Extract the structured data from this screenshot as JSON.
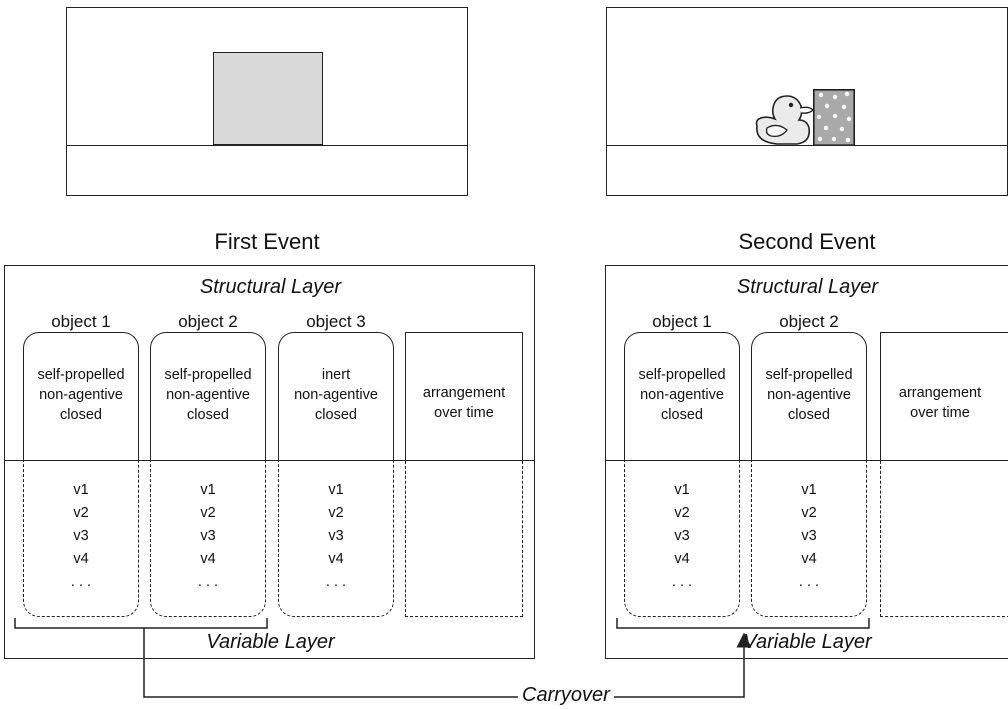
{
  "first_event": {
    "title": "First Event",
    "structural_layer": "Structural Layer",
    "variable_layer": "Variable Layer",
    "objects": [
      {
        "label": "object 1",
        "props": [
          "self-propelled",
          "non-agentive",
          "closed"
        ],
        "vars": [
          "v1",
          "v2",
          "v3",
          "v4",
          ". . ."
        ]
      },
      {
        "label": "object 2",
        "props": [
          "self-propelled",
          "non-agentive",
          "closed"
        ],
        "vars": [
          "v1",
          "v2",
          "v3",
          "v4",
          ". . ."
        ]
      },
      {
        "label": "object 3",
        "props": [
          "inert",
          "non-agentive",
          "closed"
        ],
        "vars": [
          "v1",
          "v2",
          "v3",
          "v4",
          ". . ."
        ]
      }
    ],
    "arrangement": [
      "arrangement",
      "over time"
    ]
  },
  "second_event": {
    "title": "Second Event",
    "structural_layer": "Structural Layer",
    "variable_layer": "Variable Layer",
    "objects": [
      {
        "label": "object 1",
        "props": [
          "self-propelled",
          "non-agentive",
          "closed"
        ],
        "vars": [
          "v1",
          "v2",
          "v3",
          "v4",
          ". . ."
        ]
      },
      {
        "label": "object 2",
        "props": [
          "self-propelled",
          "non-agentive",
          "closed"
        ],
        "vars": [
          "v1",
          "v2",
          "v3",
          "v4",
          ". . ."
        ]
      }
    ],
    "arrangement": [
      "arrangement",
      "over time"
    ]
  },
  "carryover_label": "Carryover",
  "icons": {
    "first_scene_object": "gray-box",
    "second_scene_objects": [
      "rubber-duck-icon",
      "polka-dot-block-icon"
    ]
  },
  "colors": {
    "box_fill": "#d9d9d9",
    "block_fill": "#a9a9a9",
    "stroke": "#222222"
  }
}
